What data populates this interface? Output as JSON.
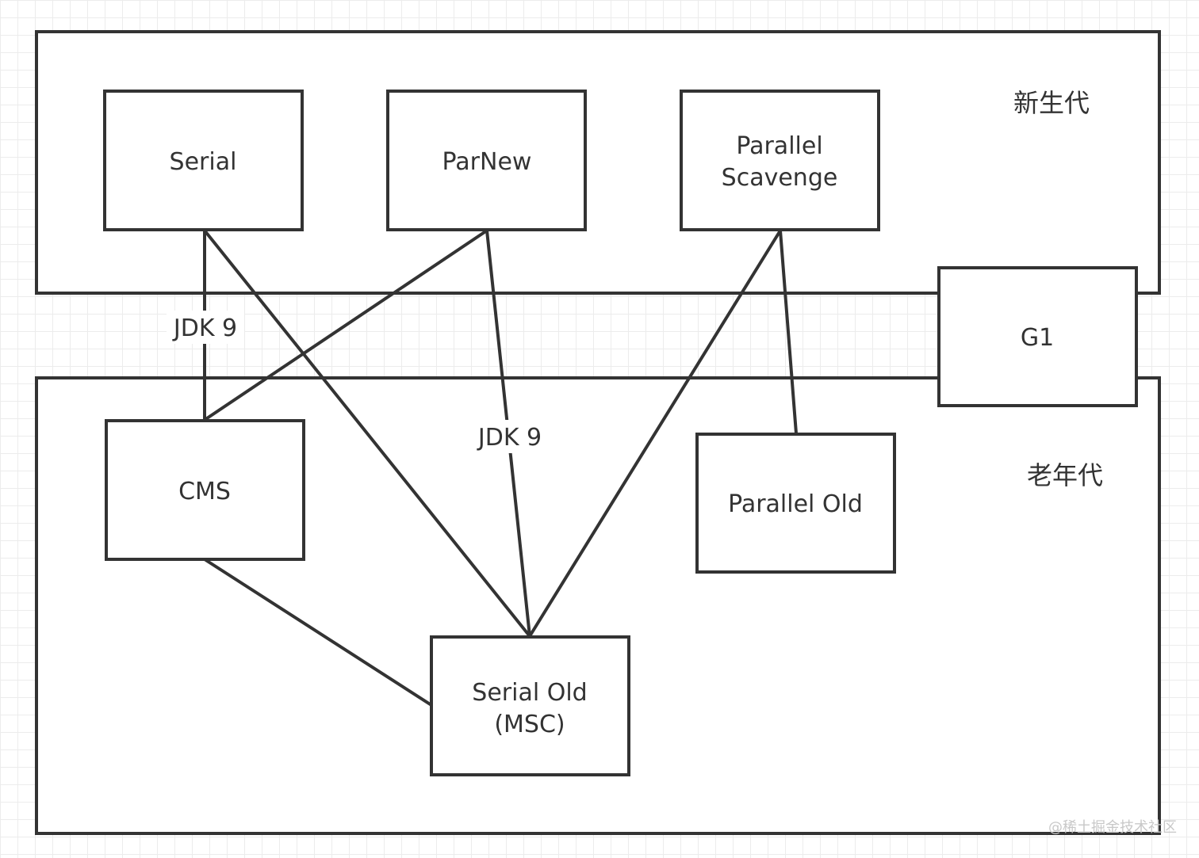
{
  "regions": {
    "young": {
      "label": "新生代"
    },
    "old": {
      "label": "老年代"
    }
  },
  "nodes": {
    "serial": {
      "lines": [
        "Serial"
      ]
    },
    "parnew": {
      "lines": [
        "ParNew"
      ]
    },
    "parallel_scavenge": {
      "lines": [
        "Parallel",
        "Scavenge"
      ]
    },
    "g1": {
      "lines": [
        "G1"
      ]
    },
    "cms": {
      "lines": [
        "CMS"
      ]
    },
    "parallel_old": {
      "lines": [
        "Parallel Old"
      ]
    },
    "serial_old": {
      "lines": [
        "Serial Old",
        "(MSC)"
      ]
    }
  },
  "edges": [
    {
      "from": "serial",
      "to": "cms",
      "label": "JDK 9"
    },
    {
      "from": "serial",
      "to": "serial_old",
      "label": ""
    },
    {
      "from": "parnew",
      "to": "cms",
      "label": ""
    },
    {
      "from": "parnew",
      "to": "serial_old",
      "label": "JDK 9"
    },
    {
      "from": "parallel_scavenge",
      "to": "serial_old",
      "label": ""
    },
    {
      "from": "parallel_scavenge",
      "to": "parallel_old",
      "label": ""
    },
    {
      "from": "cms",
      "to": "serial_old",
      "label": ""
    }
  ],
  "watermark": "@稀土掘金技术社区",
  "colors": {
    "stroke": "#333333",
    "grid": "#ececec",
    "background": "#ffffff"
  }
}
